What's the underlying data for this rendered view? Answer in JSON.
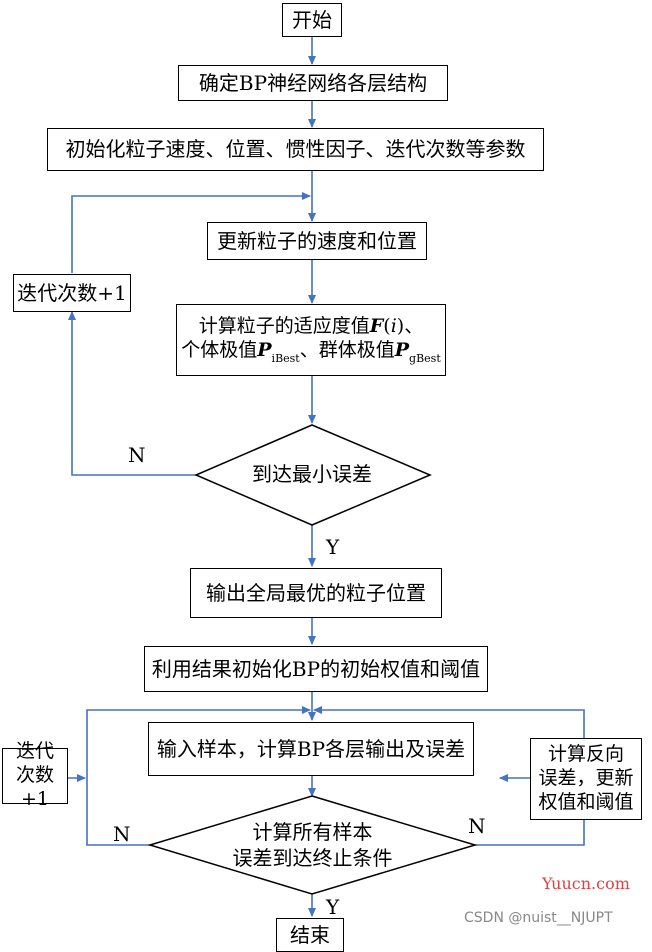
{
  "flowchart": {
    "start": "开始",
    "step1": "确定BP神经网络各层结构",
    "step2": "初始化粒子速度、位置、惯性因子、迭代次数等参数",
    "step3": "更新粒子的速度和位置",
    "step4": {
      "line1_prefix": "计算粒子的适应度值",
      "f_symbol": "F",
      "f_open": "(",
      "f_var": "i",
      "f_close": ")、",
      "line2_prefix": "个体极值",
      "p1_symbol": "P",
      "p1_sub": "iBest",
      "line2_mid": "、群体极值",
      "p2_symbol": "P",
      "p2_sub": "gBest"
    },
    "decision1": "到达最小误差",
    "loop1_box": "迭代次数+1",
    "step5": "输出全局最优的粒子位置",
    "step6": "利用结果初始化BP的初始权值和阈值",
    "step7": "输入样本，计算BP各层输出及误差",
    "decision2_line1": "计算所有样本",
    "decision2_line2": "误差到达终止条件",
    "loop2_box_line1": "迭代",
    "loop2_box_line2": "次数+1",
    "right_box_line1": "计算反向",
    "right_box_line2": "误差，更新",
    "right_box_line3": "权值和阈值",
    "end": "结束",
    "label_n1": "N",
    "label_y1": "Y",
    "label_n2_left": "N",
    "label_n2_right": "N",
    "label_y2": "Y"
  },
  "watermarks": {
    "yuucn": "Yuucn.com",
    "csdn": "CSDN @nuist__NJUPT"
  },
  "colors": {
    "arrow": "#4472C4",
    "border": "#000000",
    "watermark_red": "#E04040",
    "watermark_gray": "#888888"
  }
}
